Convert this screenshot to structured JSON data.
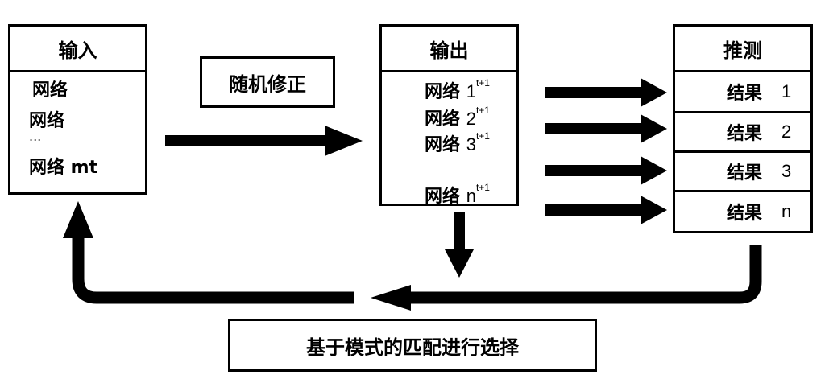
{
  "input_box": {
    "title": "输入",
    "items": [
      "网络",
      "网络",
      "...",
      "网络 mt"
    ]
  },
  "random_box": {
    "label": "随机修正"
  },
  "output_box": {
    "title": "输出",
    "items": [
      {
        "label": "网络",
        "num": "1",
        "sup": "t+1"
      },
      {
        "label": "网络",
        "num": "2",
        "sup": "t+1"
      },
      {
        "label": "网络",
        "num": "3",
        "sup": "t+1"
      },
      {
        "label": "网络",
        "num": "n",
        "sup": "t+1"
      }
    ]
  },
  "predict_box": {
    "title": "推测",
    "results": [
      {
        "label": "结果",
        "num": "1"
      },
      {
        "label": "结果",
        "num": "2"
      },
      {
        "label": "结果",
        "num": "3"
      },
      {
        "label": "结果",
        "num": "n"
      }
    ]
  },
  "select_box": {
    "label": "基于模式的匹配进行选择"
  }
}
